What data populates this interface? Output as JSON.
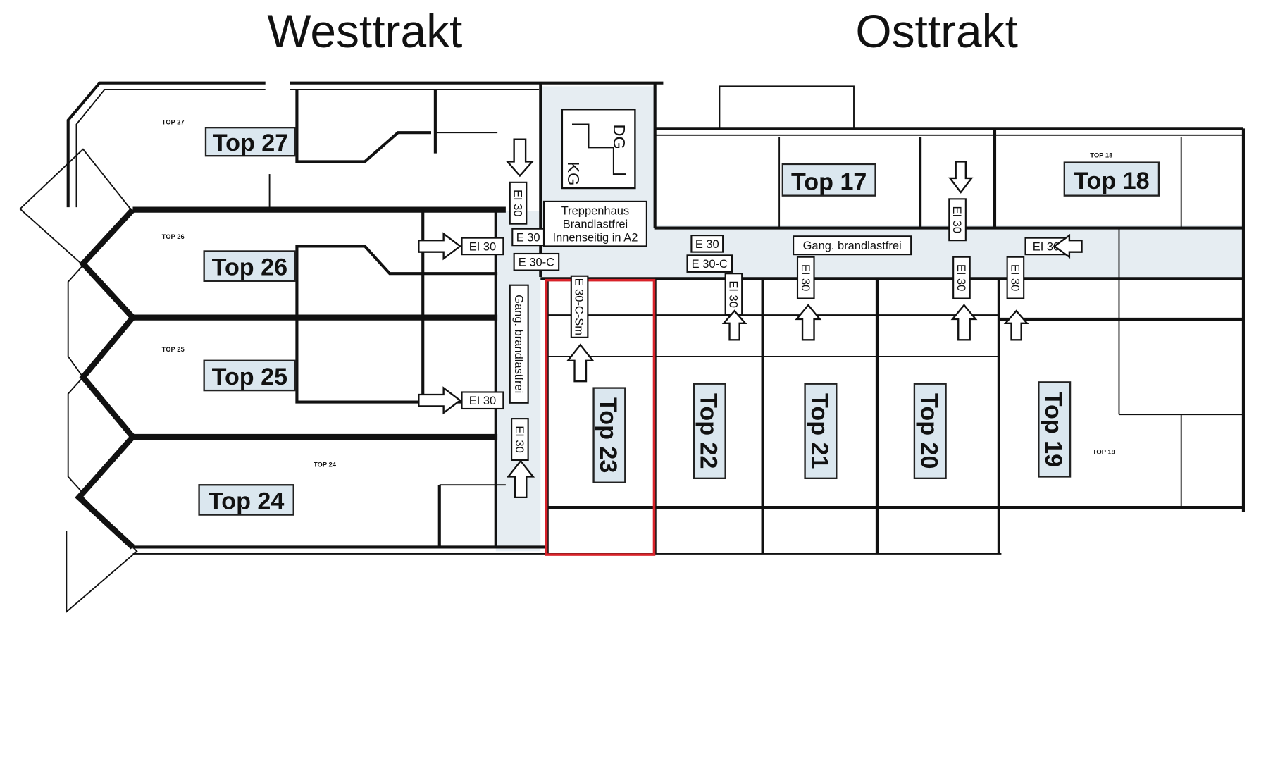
{
  "titles": {
    "west": "Westtrakt",
    "east": "Osttrakt"
  },
  "units": {
    "top27": "Top 27",
    "top26": "Top 26",
    "top25": "Top 25",
    "top24": "Top 24",
    "top23": "Top 23",
    "top22": "Top 22",
    "top21": "Top 21",
    "top20": "Top 20",
    "top19": "Top 19",
    "top18": "Top 18",
    "top17": "Top 17"
  },
  "small_unit_labels": {
    "top27": "TOP 27",
    "top26": "TOP 26",
    "top25": "TOP 25",
    "top24": "TOP 24",
    "top18": "TOP 18",
    "top19": "TOP 19"
  },
  "stair": {
    "upper": "DG",
    "lower": "KG",
    "label_lines": [
      "Treppenhaus",
      "Brandlastfrei",
      "Innenseitig in A2"
    ]
  },
  "corridors": {
    "west": "Gang. brandlastfrei",
    "east": "Gang. brandlastfrei"
  },
  "fire_ratings": {
    "ei30": "EI 30",
    "e30": "E 30",
    "e30c": "E 30-C",
    "e30csm": "E 30-C-Sm"
  },
  "highlight": {
    "unit": "Top 23",
    "color": "#d9232a"
  }
}
